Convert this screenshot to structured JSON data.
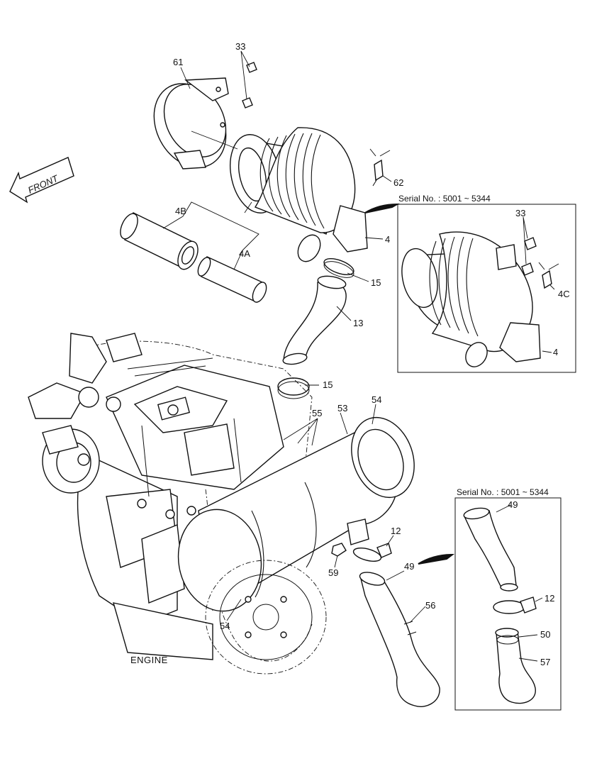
{
  "front_label": "FRONT",
  "engine_label": "ENGINE",
  "inset_top": {
    "serial_text": "Serial No. : 5001 ~ 5344"
  },
  "inset_bottom": {
    "serial_text": "Serial No. : 5001 ~ 5344"
  },
  "callouts": {
    "c33a": "33",
    "c61": "61",
    "c62": "62",
    "c4B": "4B",
    "c4A": "4A",
    "c4": "4",
    "c15a": "15",
    "c13": "13",
    "c15b": "15",
    "c55": "55",
    "c53": "53",
    "c54a": "54",
    "c54b": "54",
    "c12a": "12",
    "c59": "59",
    "c49a": "49",
    "c56": "56",
    "c33b": "33",
    "c4C": "4C",
    "c4b": "4",
    "c49b": "49",
    "c12b": "12",
    "c50": "50",
    "c57": "57"
  }
}
